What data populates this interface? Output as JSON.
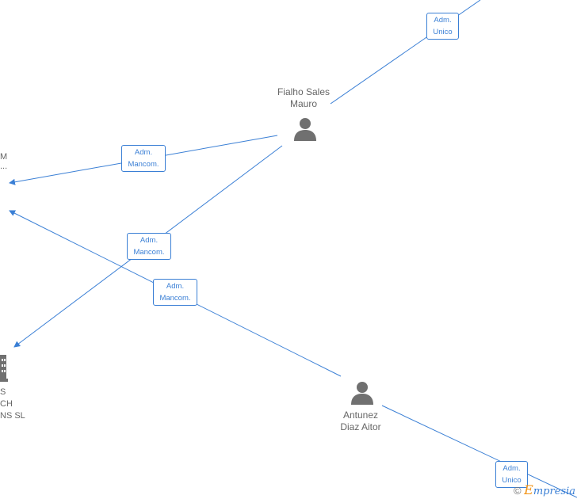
{
  "nodes": {
    "person_top": {
      "line1": "Fialho Sales",
      "line2": "Mauro"
    },
    "person_bottom": {
      "line1": "Antunez",
      "line2": "Diaz Aitor"
    },
    "company_top": {
      "line1": "M",
      "line2": "..."
    },
    "company_bottom": {
      "line1": "S",
      "line2": "CH",
      "line3": "NS  SL"
    }
  },
  "edges": [
    {
      "label1": "Adm.",
      "label2": "Unico"
    },
    {
      "label1": "Adm.",
      "label2": "Mancom."
    },
    {
      "label1": "Adm.",
      "label2": "Mancom."
    },
    {
      "label1": "Adm.",
      "label2": "Mancom."
    },
    {
      "label1": "Adm.",
      "label2": "Unico"
    }
  ],
  "footer": {
    "copyright": "©",
    "brand_e": "E",
    "brand_rest": "mpresia"
  },
  "colors": {
    "edge": "#3a7fd5",
    "icon": "#707070",
    "brand_accent": "#f29111"
  }
}
